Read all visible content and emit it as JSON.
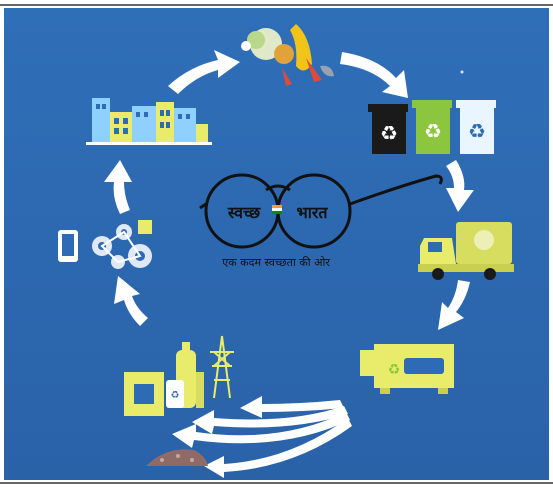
{
  "logo": {
    "left_word": "स्वच्छ",
    "right_word": "भारत",
    "tagline": "एक कदम स्वच्छता की ओर"
  },
  "colors": {
    "background": "#2d6cb4",
    "arrow": "#ffffff",
    "building": "#8fd0ff",
    "accent_yellow": "#e9ec6a",
    "accent_green": "#9ad14b",
    "bin_black": "#1a1a1a",
    "bin_green": "#8cc63f",
    "bin_blue": "#eaf6ff"
  },
  "cycle_stages": [
    {
      "name": "waste-generation",
      "icon": "food-waste-icon"
    },
    {
      "name": "segregation",
      "icon": "recycle-bins-icon"
    },
    {
      "name": "collection",
      "icon": "garbage-truck-icon"
    },
    {
      "name": "processing",
      "icon": "recycling-machine-icon"
    },
    {
      "name": "resources",
      "icon": "resource-products-icon"
    },
    {
      "name": "manufacturing",
      "icon": "factory-gears-icon"
    },
    {
      "name": "city",
      "icon": "city-buildings-icon"
    }
  ]
}
